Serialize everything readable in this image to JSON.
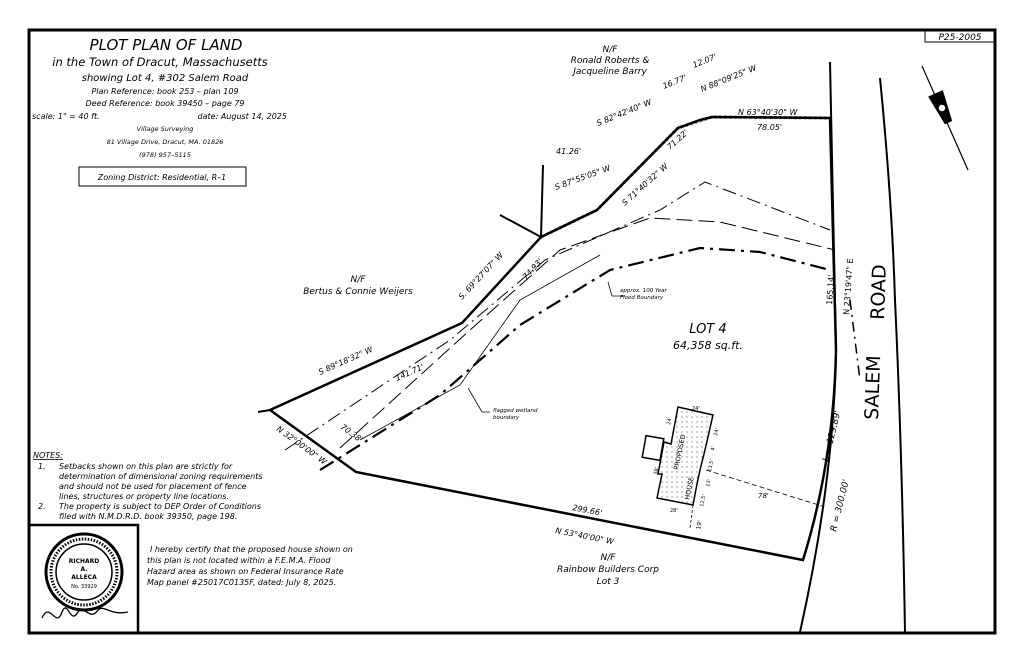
{
  "sheet_id": "P25-2005",
  "title_block": {
    "title": "PLOT  PLAN  OF  LAND",
    "town": "in the Town of Dracut, Massachusetts",
    "showing": "showing Lot 4, #302 Salem Road",
    "plan_ref": "Plan Reference: book 253 – plan 109",
    "deed_ref": "Deed Reference: book 39450 – page 79",
    "scale": "scale: 1\" = 40 ft.",
    "date": "date: August 14, 2025",
    "company": "Village Surveying",
    "address": "81 Village Drive, Dracut, MA.  01826",
    "phone": "(978) 957–5115",
    "zoning": "Zoning District: Residential, R–1"
  },
  "notes": {
    "heading": "NOTES:",
    "items": [
      {
        "num": "1.",
        "lines": [
          "Setbacks shown on this plan are strictly for",
          "determination of dimensional zoning requirements",
          "and should not be used for placement of fence",
          "lines, structures or property line locations."
        ]
      },
      {
        "num": "2.",
        "lines": [
          "The property is subject to DEP Order of Conditions",
          "filed with N.M.D.R.D. book 39350, page 198."
        ]
      }
    ]
  },
  "certification": {
    "lines": [
      "I hereby certify that the proposed house shown on",
      "this plan is not located within a F.E.M.A. Flood",
      "Hazard area as shown on Federal Insurance Rate",
      "Map panel #25017C0135F, dated: July 8, 2025."
    ]
  },
  "seal": {
    "name": "RICHARD A. ALLECA",
    "number": "No. 33929",
    "ring": "COMMONWEALTH OF MASSACHUSETTS · REGISTERED · PROFESSIONAL LAND SURVEYOR"
  },
  "abutters": {
    "north": {
      "nf": "N/F",
      "name1": "Ronald Roberts &",
      "name2": "Jacqueline Barry"
    },
    "west": {
      "nf": "N/F",
      "name1": "Bertus & Connie Weijers"
    },
    "south": {
      "nf": "N/F",
      "name1": "Rainbow Builders Corp",
      "name2": "Lot 3"
    }
  },
  "lot": {
    "label": "LOT 4",
    "area": "64,358 sq.ft."
  },
  "road": {
    "word1": "SALEM",
    "word2": "ROAD"
  },
  "bearings": {
    "b1": "S 89°18'32\" W",
    "d1": "141.71'",
    "b2": "S. 69°27'07\" W",
    "d2": "74.93'",
    "b3": "S 87°55'05\" W",
    "d3": "41.26'",
    "b4": "S 71°40'32\" W",
    "d4": "71.22'",
    "b5": "S 82°42'40\" W",
    "d5": "16.77'",
    "b6": "N 88°09'25\" W",
    "d6": "12.07'",
    "b7": "N 63°40'30\" W",
    "d7": "78.05'",
    "b8": "N 23°19'47\" E",
    "d8": "165.14'",
    "curve_l": "L = 129.89'",
    "curve_r": "R = 300.00'",
    "b9": "N 53°40'00\" W",
    "d9": "299.66'",
    "b10": "N 32°00'00\" W",
    "d10": "70.38'"
  },
  "annotations": {
    "flood1": "approx. 100 Year",
    "flood2": "Flood Boundary",
    "wetland1": "flagged wetland",
    "wetland2": "boundary"
  },
  "house": {
    "label1": "PROPOSED",
    "label2": "HOUSE",
    "dims": [
      "24'",
      "24'",
      "24'",
      "4'",
      "13.5'",
      "13'",
      "12.5'",
      "28'",
      "38'"
    ],
    "setback_front": "78'",
    "setback_side": "19'"
  }
}
